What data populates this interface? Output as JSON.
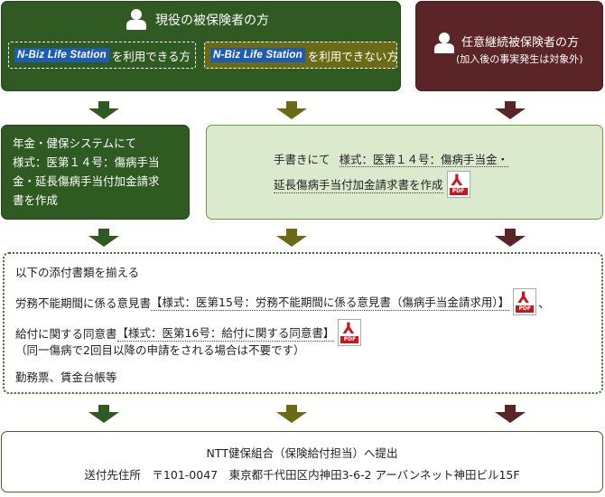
{
  "top_left": {
    "title": "現役の被保険者の方",
    "options": [
      {
        "logo": "N-Biz Life Station",
        "text": "を利用できる方"
      },
      {
        "logo": "N-Biz Life Station",
        "text": "を利用できない方"
      }
    ]
  },
  "top_right": {
    "title": "任意継続被保険者の方",
    "note": "(加入後の事実発生は対象外)"
  },
  "step2_left": {
    "lines": [
      "年金・健保システムにて",
      "様式：医第１４号：傷病手当",
      "金・延長傷病手当付加金請求",
      "書を作成"
    ]
  },
  "step2_right": {
    "prefix": "手書きにて",
    "link1": "様式：医第１４号：傷病手当金・",
    "link2": "延長傷病手当付加金請求書を作成"
  },
  "attachments": {
    "heading": "以下の添付書類を揃える",
    "item1_prefix": "労務不能期間に係る意見書",
    "item1_link": "【様式：医第15号：労務不能期間に係る意見書（傷病手当金請求用）】",
    "item1_suffix": "、",
    "item2_prefix": "給付に関する同意書",
    "item2_link": "【様式：医第16号：給付に関する同意書】",
    "item2_note": "（同一傷病で2回目以降の申請をされる場合は不要です）",
    "item3": "勤務票、賃金台帳等"
  },
  "final": {
    "line1": "NTT健保組合（保険給付担当）へ提出",
    "line2": "送付先住所　〒101-0047　東京都千代田区内神田3-6-2 アーバンネット神田ビル15F"
  },
  "pdf_icon": {
    "symbol": "⅄",
    "tag": "PDF"
  },
  "icons": [
    "person-icon",
    "pdf-icon",
    "arrow-down-icon"
  ],
  "colors": {
    "dark_green": "#2f5a22",
    "olive": "#6b6b16",
    "maroon": "#5b2426",
    "light_green": "#dbe9cc"
  }
}
